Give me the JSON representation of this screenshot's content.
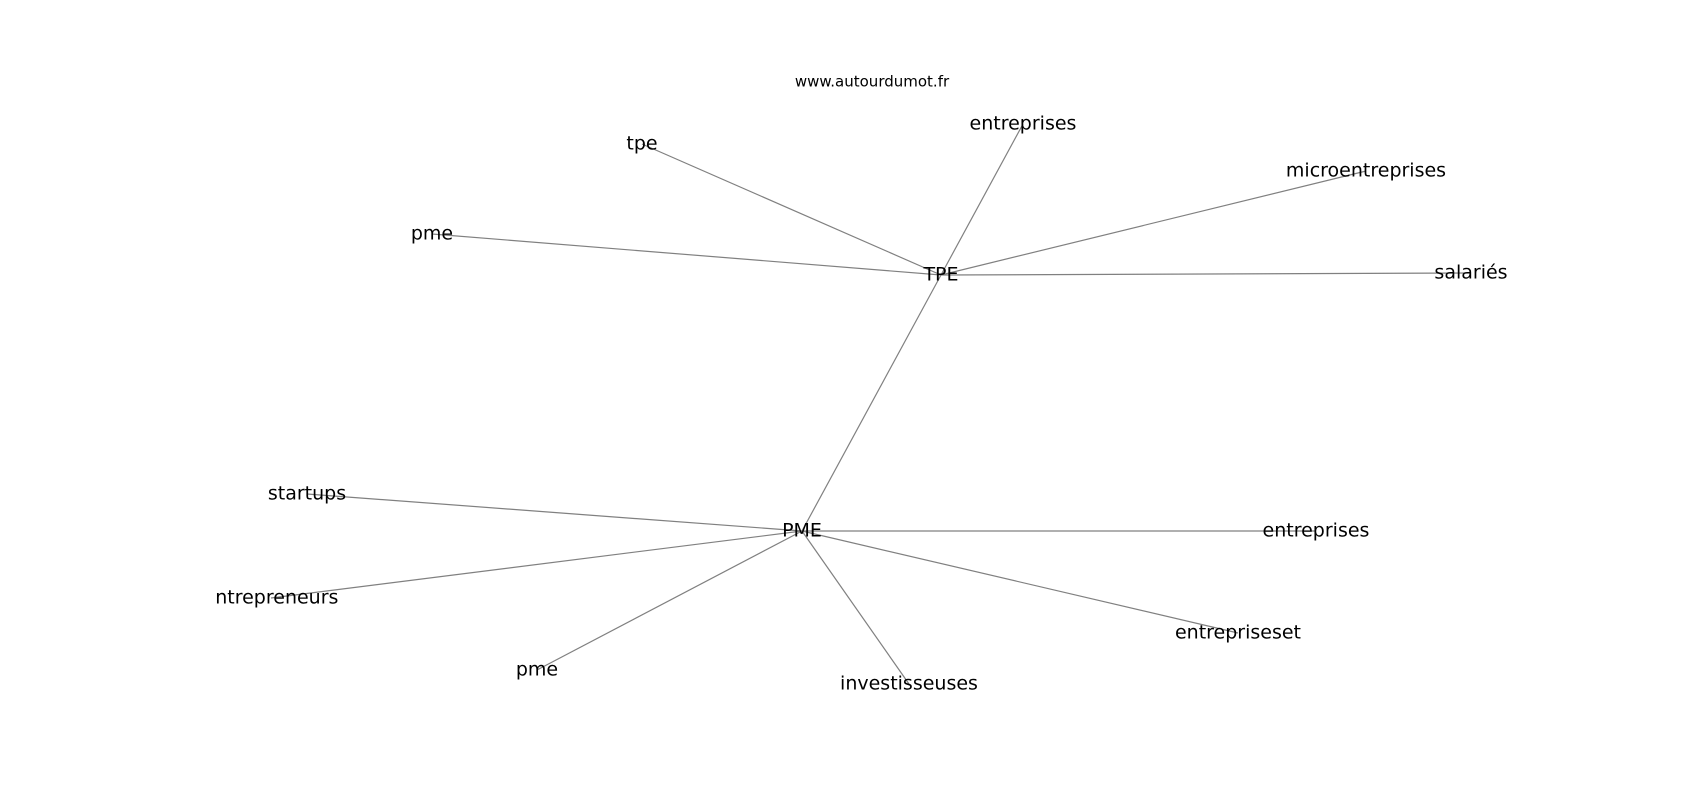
{
  "source": "www.autourdumot.fr",
  "graph": {
    "nodes": [
      {
        "id": "tpe_hub",
        "label": "TPE"
      },
      {
        "id": "pme_hub",
        "label": "PME"
      },
      {
        "id": "tpe",
        "label": "tpe"
      },
      {
        "id": "pme_top",
        "label": "pme"
      },
      {
        "id": "entreprises_top",
        "label": "entreprises"
      },
      {
        "id": "microentreprises",
        "label": "microentreprises"
      },
      {
        "id": "salaries",
        "label": "salariés"
      },
      {
        "id": "startups",
        "label": "startups"
      },
      {
        "id": "entrepreneurs",
        "label": "entrepreneurs"
      },
      {
        "id": "pme_bottom",
        "label": "pme"
      },
      {
        "id": "investisseuses",
        "label": "investisseuses"
      },
      {
        "id": "entreprises_bottom",
        "label": "entreprises"
      },
      {
        "id": "entrepriseset",
        "label": "entrepriseset"
      }
    ],
    "edges": [
      [
        "tpe_hub",
        "tpe"
      ],
      [
        "tpe_hub",
        "pme_top"
      ],
      [
        "tpe_hub",
        "entreprises_top"
      ],
      [
        "tpe_hub",
        "microentreprises"
      ],
      [
        "tpe_hub",
        "salaries"
      ],
      [
        "tpe_hub",
        "pme_hub"
      ],
      [
        "pme_hub",
        "startups"
      ],
      [
        "pme_hub",
        "entrepreneurs"
      ],
      [
        "pme_hub",
        "pme_bottom"
      ],
      [
        "pme_hub",
        "investisseuses"
      ],
      [
        "pme_hub",
        "entreprises_bottom"
      ],
      [
        "pme_hub",
        "entrepriseset"
      ]
    ]
  }
}
